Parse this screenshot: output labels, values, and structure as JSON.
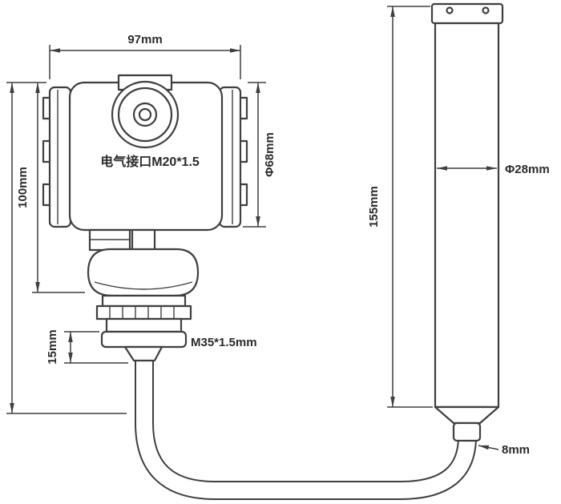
{
  "diagram": {
    "colors": {
      "background": "#ffffff",
      "line": "#3f3f3f",
      "text": "#2b2b2b"
    },
    "labels": {
      "transmitter_width": "97mm",
      "transmitter_height": "100mm",
      "housing_diameter": "Φ68mm",
      "electrical_port": "电气接口M20*1.5",
      "thread_length": "15mm",
      "thread_spec": "M35*1.5mm",
      "probe_length": "155mm",
      "probe_diameter": "Φ28mm",
      "cable_diameter": "8mm"
    }
  }
}
